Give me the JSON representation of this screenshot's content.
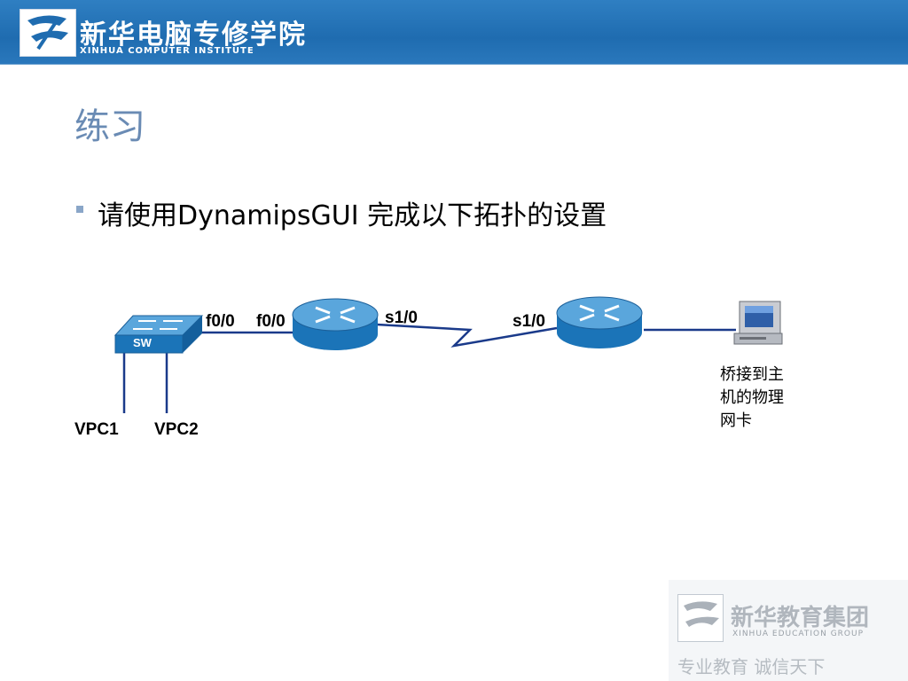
{
  "header": {
    "title": "新华电脑专修学院",
    "subtitle": "XINHUA COMPUTER INSTITUTE"
  },
  "page": {
    "title": "练习",
    "bullet": "请使用DynamipsGUI 完成以下拓扑的设置"
  },
  "topology": {
    "switch_label": "SW",
    "vpc1": "VPC1",
    "vpc2": "VPC2",
    "sw_port": "f0/0",
    "r1_port_f": "f0/0",
    "r1_port_s": "s1/0",
    "r2_port_s": "s1/0",
    "host_note_lines": [
      "桥接到主",
      "机的物理",
      "网卡"
    ],
    "colors": {
      "device_blue": "#1b74b8",
      "device_light": "#5aa6dc",
      "link": "#1a3a8a"
    }
  },
  "footer": {
    "name": "新华教育集团",
    "english": "XINHUA EDUCATION GROUP",
    "slogan": "专业教育    诚信天下"
  }
}
